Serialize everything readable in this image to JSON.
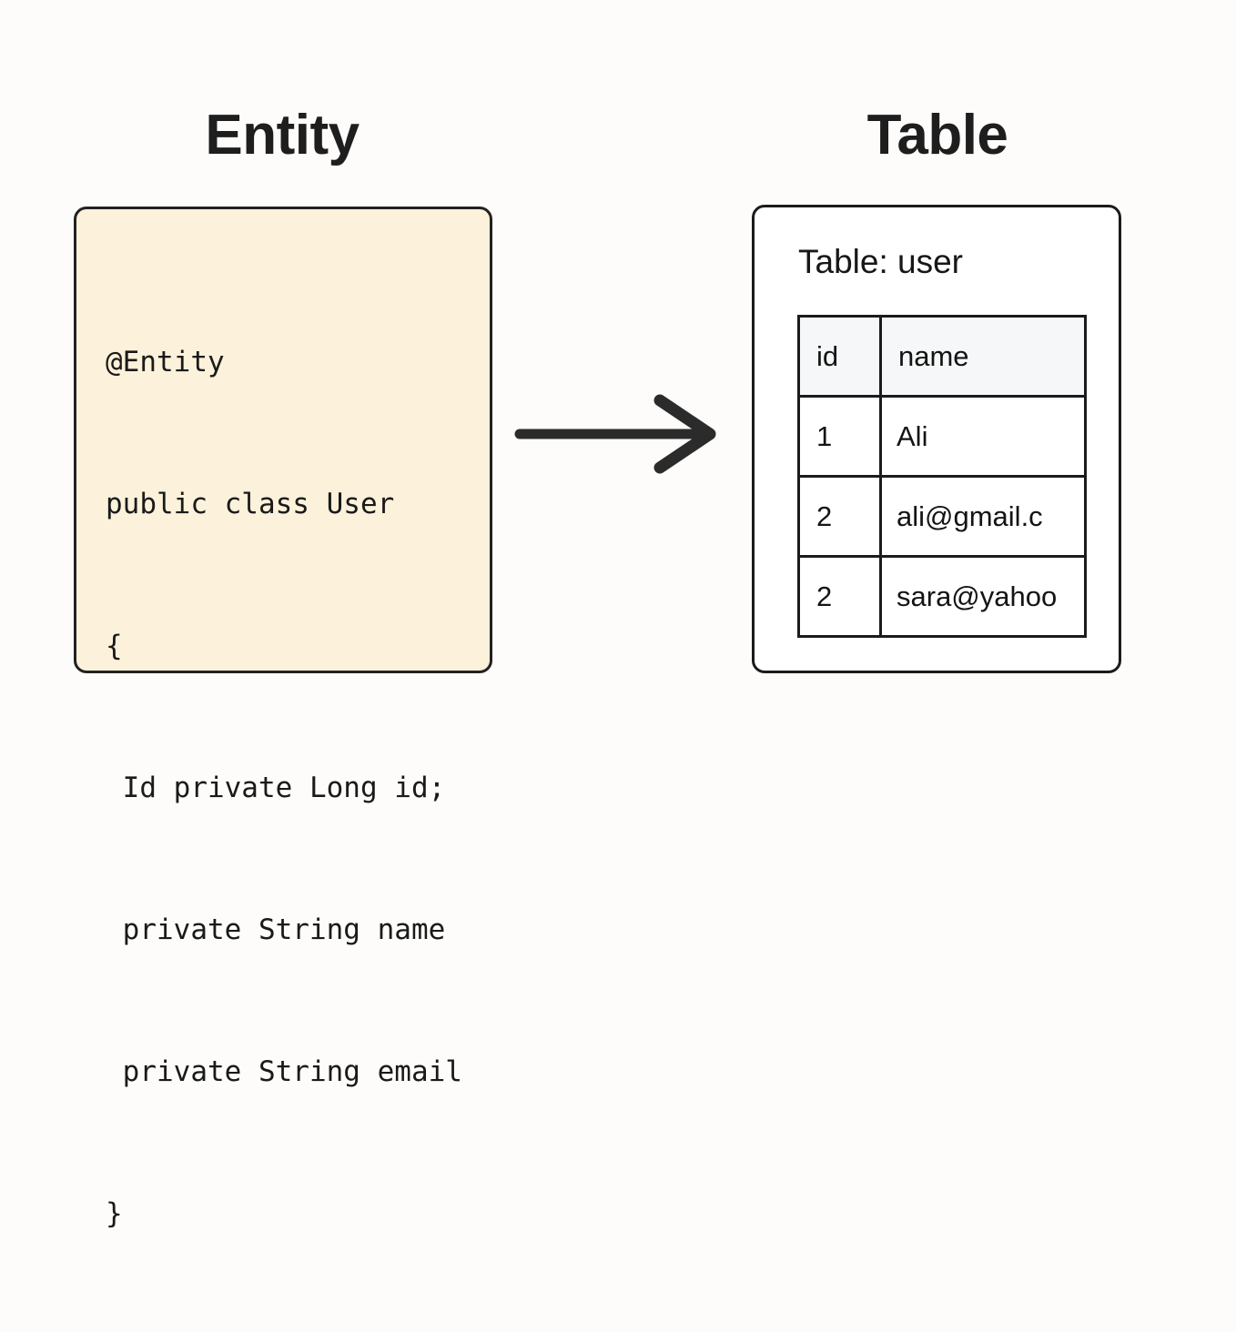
{
  "diagram": {
    "background_color": "#fdfcfa",
    "left": {
      "heading": "Entity",
      "card_color": "#fcf1da",
      "border_color": "#222222",
      "code_lines": [
        "@Entity",
        "public class User",
        "{",
        " Id private Long id;",
        " private String name",
        " private String email",
        "}"
      ]
    },
    "arrow": {
      "direction": "right",
      "color": "#2b2b2b",
      "label": ""
    },
    "right": {
      "heading": "Table",
      "card_color": "#ffffff",
      "border_color": "#1b1b1b",
      "caption": "Table: user",
      "table": {
        "header_bg": "#f6f7f8",
        "columns": [
          "id",
          "name"
        ],
        "rows": [
          [
            "1",
            "Ali"
          ],
          [
            "2",
            "ali@gmail.c"
          ],
          [
            "2",
            "sara@yahoo"
          ]
        ]
      }
    }
  }
}
